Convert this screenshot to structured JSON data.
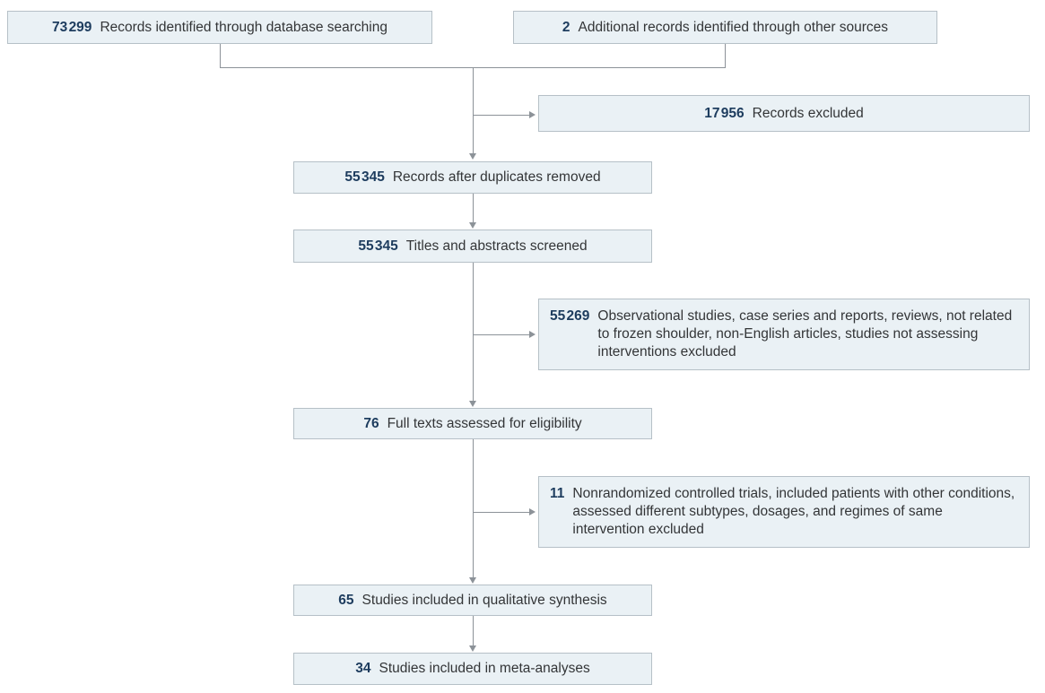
{
  "figure": {
    "kind": "study-selection-flow-diagram",
    "colors": {
      "box_fill": "#eaf1f5",
      "box_border": "#b6c0c7",
      "number": "#1d3c5e",
      "text": "#333537",
      "line": "#8c9298",
      "background": "#ffffff"
    }
  },
  "boxes": [
    {
      "id": "records-identified",
      "num": "73 299",
      "label": "Records identified through database searching"
    },
    {
      "id": "additional-records",
      "num": "2",
      "label": "Additional records identified through other sources"
    },
    {
      "id": "records-excluded",
      "num": "17 956",
      "label": "Records excluded"
    },
    {
      "id": "records-after-duplicates",
      "num": "55 345",
      "label": "Records after duplicates removed"
    },
    {
      "id": "titles-abstracts-screened",
      "num": "55 345",
      "label": "Titles and abstracts screened"
    },
    {
      "id": "observational-excluded",
      "num": "55 269",
      "label": "Observational studies, case series and reports, reviews, not related to frozen shoulder, non-English articles, studies not assessing interventions excluded"
    },
    {
      "id": "full-texts-assessed",
      "num": "76",
      "label": "Full texts assessed for eligibility"
    },
    {
      "id": "nonrandomized-excluded",
      "num": "11",
      "label": "Nonrandomized controlled trials, included patients with other conditions, assessed different subtypes, dosages, and regimes of same intervention excluded"
    },
    {
      "id": "qualitative-synthesis",
      "num": "65",
      "label": "Studies included in qualitative synthesis"
    },
    {
      "id": "meta-analyses",
      "num": "34",
      "label": "Studies included in meta-analyses"
    }
  ],
  "edges": [
    {
      "from": "records-identified",
      "to": "records-after-duplicates"
    },
    {
      "from": "additional-records",
      "to": "records-after-duplicates"
    },
    {
      "from": "records-identified",
      "to": "records-excluded"
    },
    {
      "from": "records-after-duplicates",
      "to": "titles-abstracts-screened"
    },
    {
      "from": "titles-abstracts-screened",
      "to": "observational-excluded"
    },
    {
      "from": "titles-abstracts-screened",
      "to": "full-texts-assessed"
    },
    {
      "from": "full-texts-assessed",
      "to": "nonrandomized-excluded"
    },
    {
      "from": "full-texts-assessed",
      "to": "qualitative-synthesis"
    },
    {
      "from": "qualitative-synthesis",
      "to": "meta-analyses"
    }
  ]
}
